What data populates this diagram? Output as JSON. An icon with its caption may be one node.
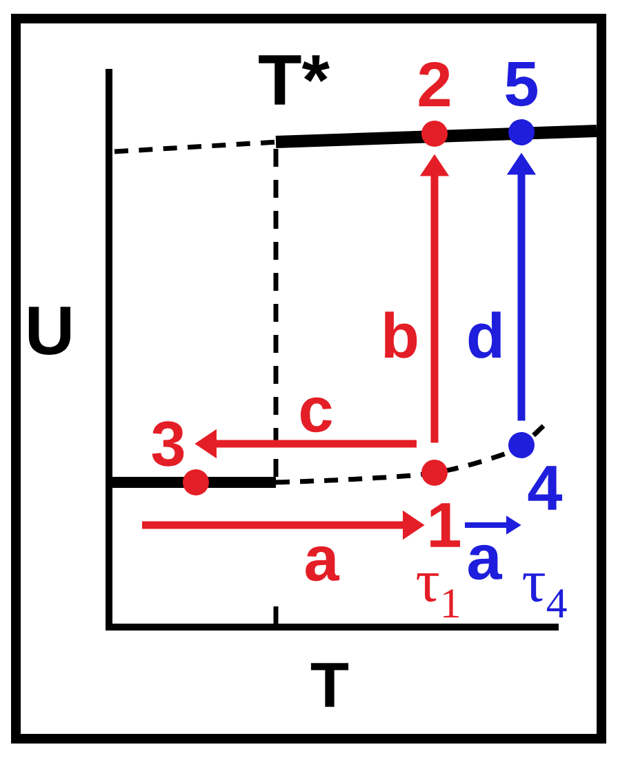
{
  "diagram": {
    "nodes": [
      {
        "text": [],
        "shape": "circle",
        "beside": [
          "2"
        ]
      },
      {
        "text": [],
        "shape": "circle",
        "beside": [
          "5"
        ]
      },
      {
        "text": [],
        "shape": "circle",
        "beside": [
          "3"
        ]
      },
      {
        "text": [],
        "shape": "circle",
        "beside": [
          "1"
        ]
      },
      {
        "text": [],
        "shape": "circle",
        "beside": [
          "4"
        ]
      }
    ],
    "edges": [
      {
        "from": 3,
        "to": 0,
        "arrow": "to",
        "label": "b"
      },
      {
        "from": 4,
        "to": 1,
        "arrow": "to",
        "label": "d",
        "color": "#1e1edc"
      },
      {
        "from": 3,
        "to": 2,
        "arrow": "to",
        "label": "c"
      },
      {
        "from": null,
        "to": 3,
        "arrow": "to",
        "label": "a"
      },
      {
        "from": 3,
        "to": 4,
        "arrow": "to",
        "label": "a",
        "color": "#1e1edc"
      }
    ],
    "labels": [
      "T*",
      "U",
      "τ$_{1}$",
      "τ$_{4}$",
      "T"
    ]
  }
}
